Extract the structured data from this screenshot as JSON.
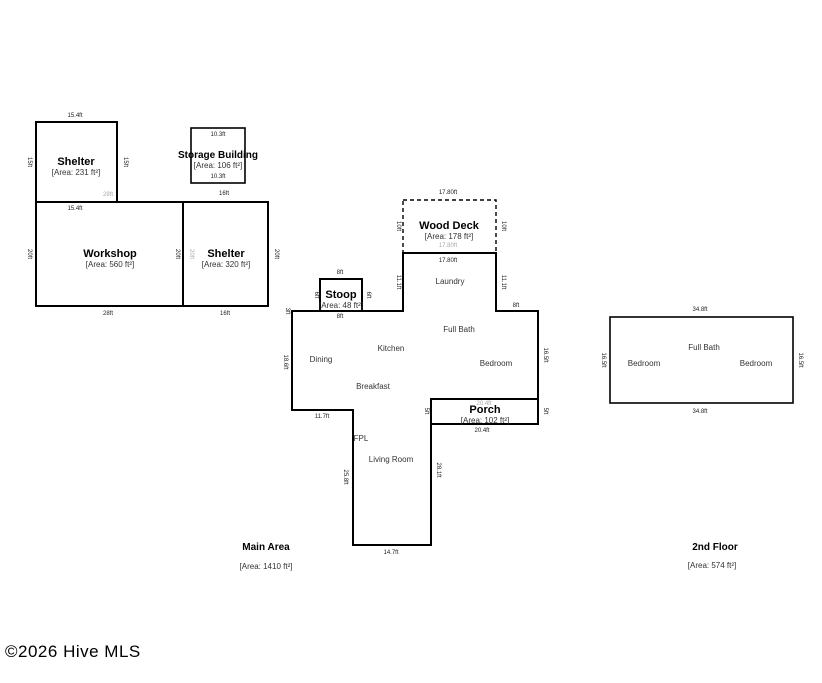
{
  "structures": {
    "shelter_small": {
      "title": "Shelter",
      "area": "[Area: 231 ft²]",
      "dim_top": "15.4ft",
      "dim_left": "15ft",
      "dim_right": "15ft",
      "dim_inner": "28ft"
    },
    "storage": {
      "title": "Storage Building",
      "area": "[Area: 106 ft²]",
      "dim_top": "10.3ft",
      "dim_bottom": "10.3ft",
      "dim_under": "16ft"
    },
    "workshop": {
      "title": "Workshop",
      "area": "[Area: 560 ft²]",
      "dim_top": "15.4ft",
      "dim_left": "20ft",
      "dim_right": "20ft",
      "dim_bottom": "28ft"
    },
    "shelter_large": {
      "title": "Shelter",
      "area": "[Area: 320 ft²]",
      "dim_left": "20ft",
      "dim_right": "20ft",
      "dim_bottom": "16ft"
    },
    "wood_deck": {
      "title": "Wood Deck",
      "area": "[Area: 178 ft²]",
      "dim_top": "17.80ft",
      "dim_inner": "17.80ft",
      "dim_bottom": "17.80ft",
      "dim_left": "10ft",
      "dim_right": "10ft"
    },
    "stoop": {
      "title": "Stoop",
      "area": "[Area: 48 ft²]",
      "dim_top": "8ft",
      "dim_bottom": "8ft",
      "dim_left": "6ft",
      "dim_right": "6ft"
    },
    "porch": {
      "title": "Porch",
      "area": "[Area: 102 ft²]",
      "dim_top": "20.4ft",
      "dim_bottom": "20.4ft",
      "dim_right": "5ft"
    }
  },
  "main_area": {
    "rooms": [
      "Laundry",
      "Full Bath",
      "Kitchen",
      "Dining",
      "Bedroom",
      "Breakfast",
      "FPL",
      "Living Room"
    ],
    "dims": {
      "laundry_left": "11.1ft",
      "laundry_right": "11.1ft",
      "right_top": "8ft",
      "right_side": "16.5ft",
      "left_side": "18.6ft",
      "left_small": "3ft",
      "bottom_left": "11.7ft",
      "living_left": "25.8ft",
      "living_right": "28.1ft",
      "living_bottom": "14.7ft",
      "porch_left": "5ft"
    },
    "caption": "Main Area",
    "caption_area": "[Area: 1410 ft²]"
  },
  "second_floor": {
    "rooms": [
      "Full Bath",
      "Bedroom",
      "Bedroom"
    ],
    "dims": {
      "top": "34.8ft",
      "bottom": "34.8ft",
      "left": "16.5ft",
      "right": "16.5ft"
    },
    "caption": "2nd Floor",
    "caption_area": "[Area: 574 ft²]"
  },
  "copyright": "©2026 Hive MLS"
}
